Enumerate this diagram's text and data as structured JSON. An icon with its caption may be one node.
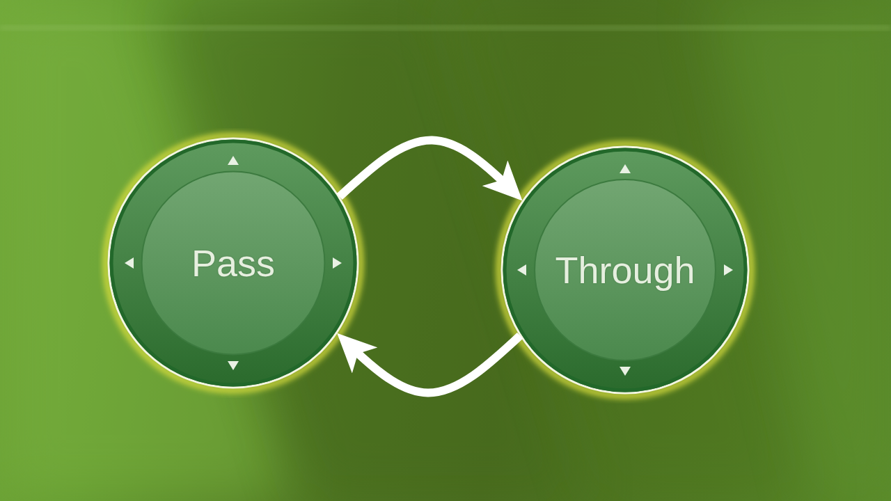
{
  "diagram": {
    "nodes": [
      {
        "text": [
          "Pass"
        ]
      },
      {
        "text": [
          "Through"
        ]
      }
    ],
    "edges": [
      {
        "from": 0,
        "to": 1,
        "arrow": "to"
      },
      {
        "from": 1,
        "to": 0,
        "arrow": "to"
      }
    ]
  }
}
